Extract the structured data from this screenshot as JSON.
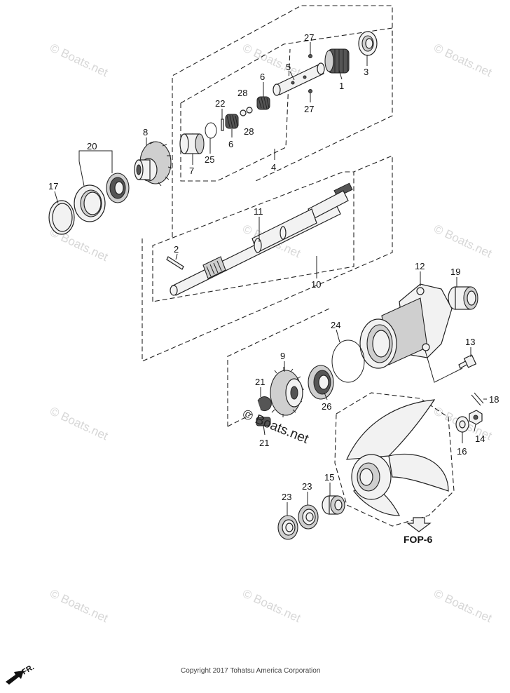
{
  "watermarks": {
    "site": "© Boats.net",
    "center": "© Boats.net"
  },
  "labels": {
    "p1": "1",
    "p2": "2",
    "p3": "3",
    "p4": "4",
    "p5": "5",
    "p6a": "6",
    "p6b": "6",
    "p7": "7",
    "p8": "8",
    "p9": "9",
    "p10": "10",
    "p11": "11",
    "p12": "12",
    "p13": "13",
    "p14": "14",
    "p15": "15",
    "p16": "16",
    "p17": "17",
    "p18": "18",
    "p19": "19",
    "p20": "20",
    "p21a": "21",
    "p21b": "21",
    "p22": "22",
    "p23a": "23",
    "p23b": "23",
    "p24": "24",
    "p25": "25",
    "p26": "26",
    "p27a": "27",
    "p27b": "27",
    "p28a": "28",
    "p28b": "28"
  },
  "reference": {
    "label": "FOP-6"
  },
  "copyright": "Copyright 2017 Tohatsu America Corporation",
  "direction": {
    "label": "FR.",
    "icon": "front-arrow-icon"
  }
}
